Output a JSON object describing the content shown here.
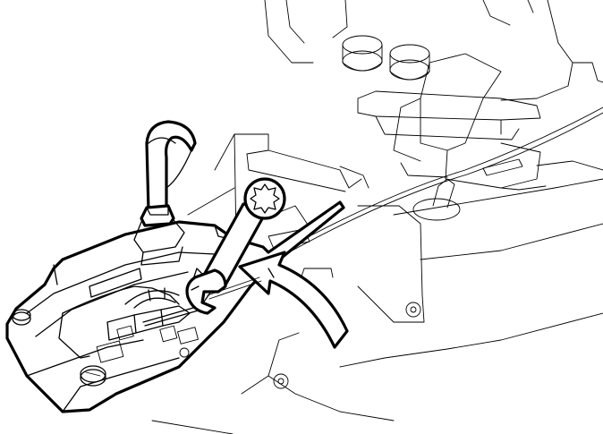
{
  "figure": {
    "kind": "line-drawing",
    "subject": "",
    "text_labels": []
  },
  "parts": [
    {
      "id": "shift-lever",
      "icon": "shift-lever-icon"
    },
    {
      "id": "shifter-housing",
      "icon": "shifter-housing-icon"
    },
    {
      "id": "wrench",
      "icon": "wrench-icon"
    },
    {
      "id": "rotation-arrow",
      "icon": "curved-arrow-icon",
      "direction": "clockwise"
    },
    {
      "id": "shift-cable",
      "icon": "cable-icon"
    },
    {
      "id": "background-mechanism",
      "icon": "transmission-bracket-icon"
    }
  ],
  "colors": {
    "line": "#000000",
    "background": "#ffffff"
  }
}
